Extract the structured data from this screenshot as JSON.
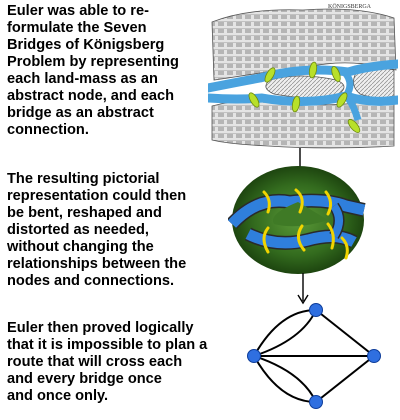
{
  "paragraphs": {
    "intro": "Euler was able to re-\nformulate the Seven\nBridges of Königsberg\nProblem by representing\neach land-mass as an\nabstract node, and each\nbridge as an abstract\nconnection.",
    "middle": "The resulting pictorial\nrepresentation could then\nbe bent, reshaped and\ndistorted as needed,\nwithout changing the\nrelationships between the\nnodes and connections.",
    "conclusion": "Euler then proved logically\nthat it is impossible to plan a\nroute that will cross each\nand every bridge once\nand once only."
  },
  "map": {
    "caption": "KÖNIGSBERGA"
  },
  "colors": {
    "text": "#000000",
    "water": "#4aa3df",
    "bridge": "#b8e02a",
    "land_dark": "#1f4d12",
    "land_light": "#4d8a2f",
    "node": "#2f6fe0",
    "edge": "#000000"
  }
}
